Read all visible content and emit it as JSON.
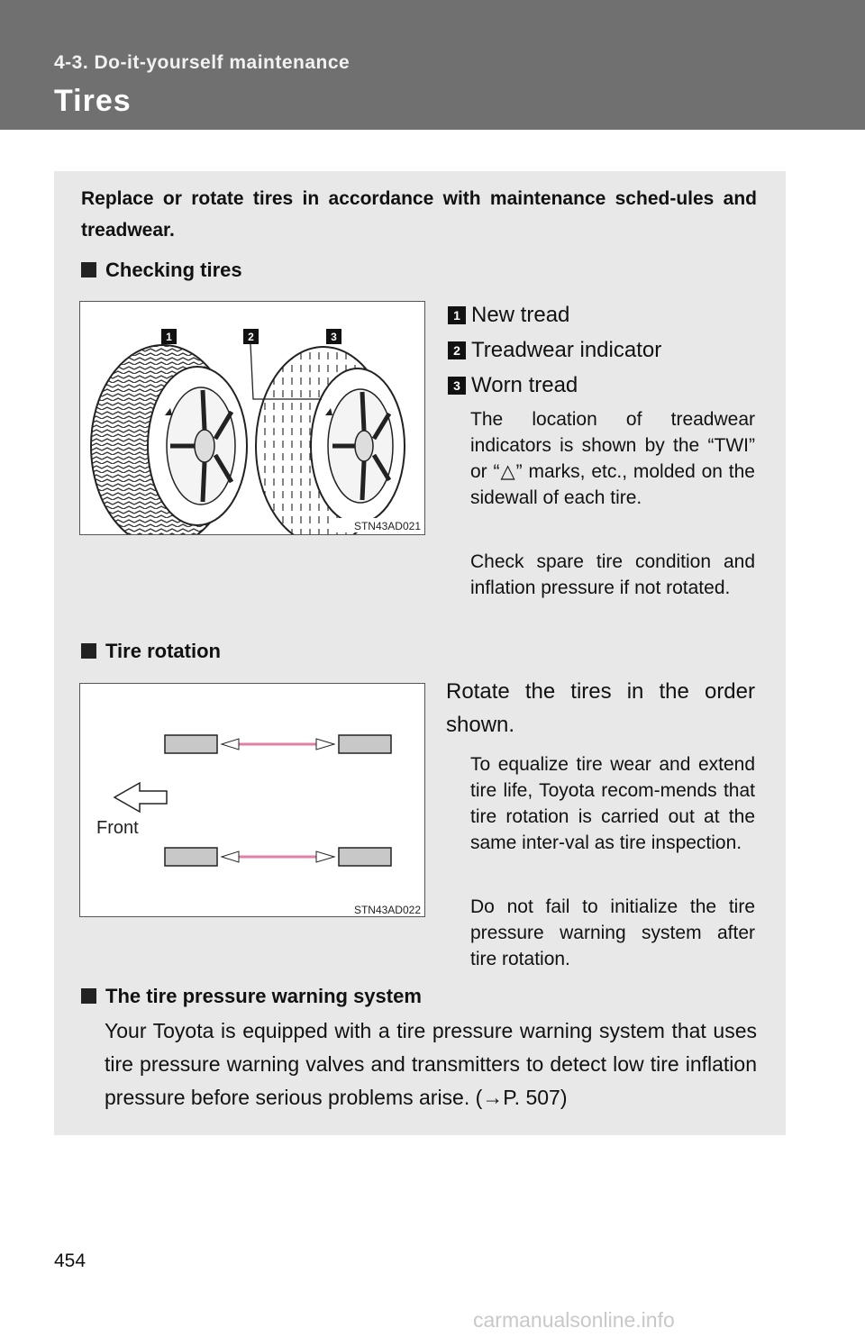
{
  "header": {
    "section": "4-3. Do-it-yourself maintenance",
    "title": "Tires"
  },
  "intro": "Replace or rotate tires in accordance with maintenance sched-ules and treadwear.",
  "checking": {
    "heading": "Checking tires",
    "figure_code": "STN43AD021",
    "items": [
      {
        "number": "1",
        "label": "New tread"
      },
      {
        "number": "2",
        "label": "Treadwear indicator"
      },
      {
        "number": "3",
        "label": "Worn tread"
      }
    ],
    "note1": "The location of treadwear indicators is shown by the “TWI” or “△” marks, etc., molded on the sidewall of each tire.",
    "note2": "Check spare tire condition and inflation pressure if not rotated."
  },
  "rotation": {
    "heading": "Tire rotation",
    "figure_code": "STN43AD022",
    "front_label": "Front",
    "text": "Rotate the tires in the order shown.",
    "note1": "To equalize tire wear and extend tire life, Toyota recom-mends that tire rotation is carried out at the same inter-val as tire inspection.",
    "note2": "Do not fail to initialize the tire pressure warning system after tire rotation."
  },
  "tpms": {
    "heading": "The tire pressure warning system",
    "text": "Your Toyota is equipped with a tire pressure warning system that uses tire pressure warning valves and transmitters to detect low tire inflation pressure before serious problems arise. (→P. 507)"
  },
  "page_number": "454",
  "watermark": "carmanualsonline.info"
}
